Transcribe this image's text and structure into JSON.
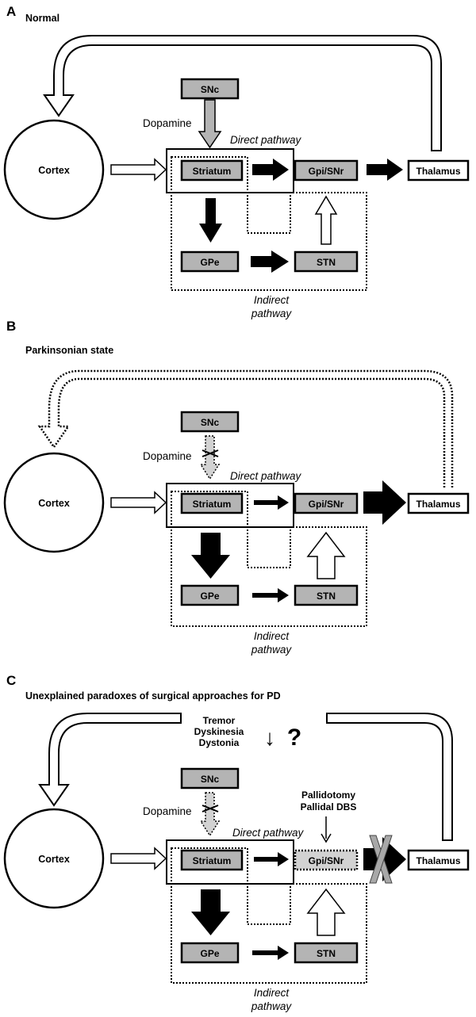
{
  "panels": [
    {
      "letter": "A",
      "title": "Normal",
      "nodes": {
        "snc": "SNc",
        "striatum": "Striatum",
        "gpi": "Gpi/SNr",
        "thalamus": "Thalamus",
        "gpe": "GPe",
        "stn": "STN",
        "cortex": "Cortex"
      },
      "dopamine": "Dopamine",
      "direct_pathway": "Direct pathway",
      "indirect_line1": "Indirect",
      "indirect_line2": "pathway"
    },
    {
      "letter": "B",
      "title": "Parkinsonian state",
      "nodes": {
        "snc": "SNc",
        "striatum": "Striatum",
        "gpi": "Gpi/SNr",
        "thalamus": "Thalamus",
        "gpe": "GPe",
        "stn": "STN",
        "cortex": "Cortex"
      },
      "dopamine": "Dopamine",
      "direct_pathway": "Direct pathway",
      "indirect_line1": "Indirect",
      "indirect_line2": "pathway"
    },
    {
      "letter": "C",
      "title": "Unexplained paradoxes of surgical approaches for PD",
      "nodes": {
        "snc": "SNc",
        "striatum": "Striatum",
        "gpi": "Gpi/SNr",
        "thalamus": "Thalamus",
        "gpe": "GPe",
        "stn": "STN",
        "cortex": "Cortex"
      },
      "dopamine": "Dopamine",
      "direct_pathway": "Direct pathway",
      "indirect_line1": "Indirect",
      "indirect_line2": "pathway",
      "symptoms": [
        "Tremor",
        "Dyskinesia",
        "Dystonia"
      ],
      "symptom_arrow": "↓",
      "question": "?",
      "surgery": [
        "Pallidotomy",
        "Pallidal DBS"
      ]
    }
  ],
  "colors": {
    "node_fill": "#b4b4b4",
    "white": "#ffffff",
    "black": "#000000",
    "dopamine_arrow": "#b4b4b4"
  }
}
